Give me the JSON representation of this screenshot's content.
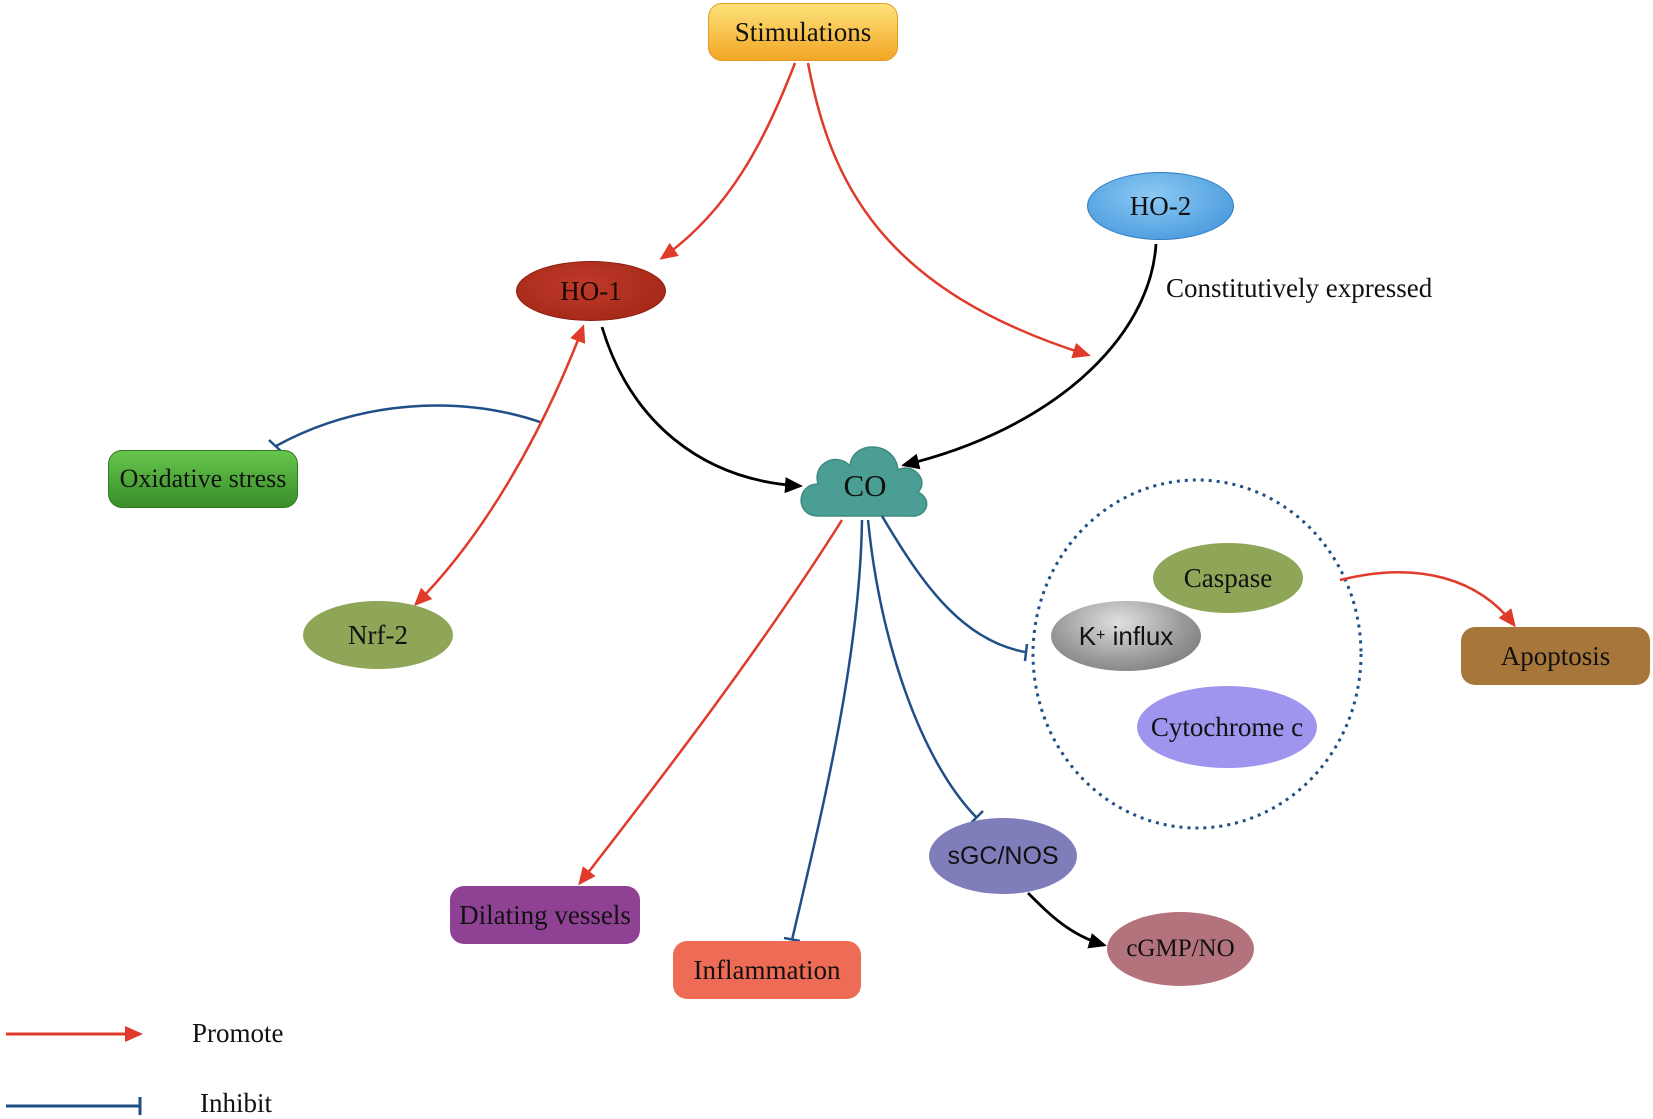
{
  "nodes": {
    "stimulations": "Stimulations",
    "ho1": "HO-1",
    "ho2": "HO-2",
    "co": "CO",
    "oxidative_stress": "Oxidative stress",
    "nrf2": "Nrf-2",
    "caspase": "Caspase",
    "k_influx_prefix": "K",
    "k_influx_sup": "+",
    "k_influx_suffix": " influx",
    "cytochrome": "Cytochrome c",
    "apoptosis": "Apoptosis",
    "dilating_vessels": "Dilating vessels",
    "inflammation": "Inflammation",
    "sgc_nos": "sGC/NOS",
    "cgmp_no": "cGMP/NO"
  },
  "annotations": {
    "constitutively_expressed": "Constitutively expressed"
  },
  "legend": {
    "promote": "Promote",
    "inhibit": "Inhibit"
  },
  "colors": {
    "promote": "#e03a2a",
    "inhibit": "#1f4f86",
    "neutral": "#000000"
  }
}
